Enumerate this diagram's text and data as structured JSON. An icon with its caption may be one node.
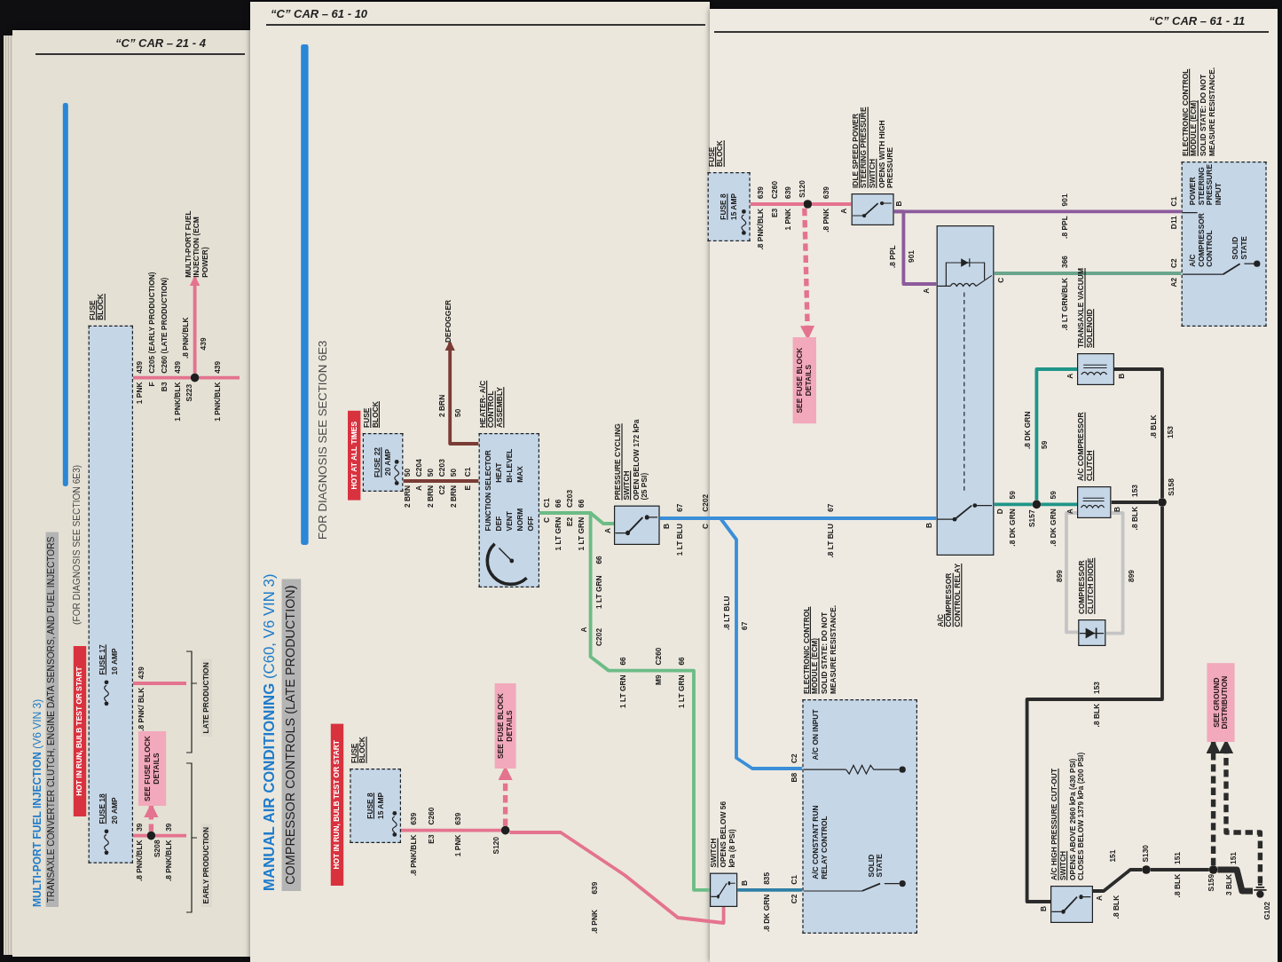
{
  "diagram": {
    "title": "**MANUAL AIR CONDITIONING** (C60, V6 VIN 3)",
    "nodes": [
      {
        "text": [
          "HOT IN RUN, BULB TEST OR START"
        ]
      },
      {
        "text": [
          "FUSE BLOCK",
          "FUSE 8",
          "15 AMP"
        ]
      },
      {
        "text": [],
        "shape": "circle",
        "beside": [
          "S120"
        ]
      },
      {
        "text": [
          "SEE FUSE BLOCK DETAILS"
        ]
      },
      {
        "text": [
          "HOT AT ALL TIMES"
        ]
      },
      {
        "text": [
          "FUSE BLOCK",
          "FUSE 22",
          "20 AMP"
        ]
      },
      {
        "text": [
          "DEFOGGER"
        ]
      },
      {
        "text": [
          "HEATER- A/C CONTROL ASSEMBLY",
          "FUNCTION SELECTOR",
          "DEF",
          "HEAT",
          "VENT",
          "BI-LEVEL",
          "NORM",
          "MAX",
          "OFF"
        ]
      },
      {
        "text": [
          "PRESSURE CYCLING SWITCH",
          "OPEN BELOW 172 kPa (25 PSI)"
        ]
      },
      {
        "text": [
          "SWITCH",
          "OPENS BELOW 56 kPa (8 PSI)"
        ]
      },
      {
        "text": [
          "FUSE BLOCK",
          "FUSE 8",
          "15 AMP"
        ]
      },
      {
        "text": [],
        "shape": "circle",
        "beside": [
          "S120"
        ]
      },
      {
        "text": [
          "SEE FUSE BLOCK DETAILS"
        ]
      },
      {
        "text": [
          "IDLE SPEED POWER STEERING PRESSURE SWITCH",
          "OPENS WITH HIGH PRESSURE"
        ]
      },
      {
        "text": [
          "ELECTRONIC CONTROL MODULE (ECM)",
          "SOLID STATE: DO NOT MEASURE RESISTANCE.",
          "POWER STEERING PRESSURE INPUT",
          "A/C COMPRESSOR CONTROL",
          "SOLID STATE"
        ]
      },
      {
        "text": [
          "A/C COMPRESSOR CONTROL RELAY"
        ]
      },
      {
        "text": [],
        "shape": "circle",
        "beside": [
          "S157"
        ]
      },
      {
        "text": [
          "TRANSAXLE VACUUM SOLENOID"
        ]
      },
      {
        "text": [
          "A/C COMPRESSOR CLUTCH"
        ]
      },
      {
        "text": [],
        "shape": "circle",
        "beside": [
          "S158"
        ]
      },
      {
        "text": [
          "COMPRESSOR CLUTCH DIODE"
        ]
      },
      {
        "text": [
          "A/C HIGH PRESSURE CUT-OUT SWITCH",
          "OPENS ABOVE 2960 kPa (430 PSI) CLOSES BELOW 1379 kPa (200 PSI)"
        ]
      },
      {
        "text": [],
        "shape": "circle",
        "beside": [
          "S130"
        ]
      },
      {
        "text": [],
        "shape": "circle",
        "beside": [
          "S159"
        ]
      },
      {
        "text": [],
        "shape": "ground",
        "beside": [
          "G102"
        ]
      },
      {
        "text": [
          "SEE GROUND DISTRIBUTION"
        ]
      },
      {
        "text": [
          "ELECTRONIC CONTROL MODULE (ECM)",
          "SOLID STATE: DO NOT MEASURE RESISTANCE.",
          "A/C ON INPUT",
          "A/C CONSTANT RUN RELAY CONTROL",
          "SOLID STATE"
        ]
      },
      {
        "text": [
          "HOT IN RUN, BULB TEST OR START"
        ]
      },
      {
        "text": [
          "FUSE BLOCK",
          "FUSE 18",
          "20 AMP",
          "FUSE 17",
          "10 AMP"
        ]
      },
      {
        "text": [],
        "shape": "circle",
        "beside": [
          "S208"
        ]
      },
      {
        "text": [
          "SEE FUSE BLOCK DETAILS"
        ]
      },
      {
        "text": [],
        "shape": "circle",
        "beside": [
          "S223"
        ]
      },
      {
        "text": [
          "MULTI-PORT FUEL INJECTION (ECM POWER)"
        ]
      }
    ],
    "edges": [
      {
        "from": 1,
        "to": 2,
        "arrow": "none"
      },
      {
        "from": 2,
        "to": 3,
        "arrow": "to",
        "style": "dashed"
      },
      {
        "from": 2,
        "to": 9,
        "arrow": "none"
      },
      {
        "from": 5,
        "to": 7,
        "arrow": "none",
        "color": "#7b3c36"
      },
      {
        "from": 7,
        "to": 6,
        "arrow": "to",
        "color": "#7b3c36"
      },
      {
        "from": 7,
        "to": 8,
        "arrow": "none",
        "color": "#6cbc85"
      },
      {
        "from": 7,
        "to": 9,
        "arrow": "none",
        "color": "#6cbc85"
      },
      {
        "from": 8,
        "to": 15,
        "arrow": "none",
        "color": "#3b8fd8"
      },
      {
        "from": 8,
        "to": 26,
        "arrow": "none",
        "color": "#3b8fd8"
      },
      {
        "from": 9,
        "to": 26,
        "arrow": "none",
        "color": "#2f7fa5"
      },
      {
        "from": 10,
        "to": 11,
        "arrow": "none"
      },
      {
        "from": 11,
        "to": 12,
        "arrow": "to",
        "style": "dashed"
      },
      {
        "from": 11,
        "to": 13,
        "arrow": "none"
      },
      {
        "from": 13,
        "to": 14,
        "arrow": "none",
        "color": "#8c5a9c"
      },
      {
        "from": 13,
        "to": 15,
        "arrow": "none",
        "color": "#8c5a9c"
      },
      {
        "from": 15,
        "to": 14,
        "arrow": "none",
        "color": "#6aa58c"
      },
      {
        "from": 15,
        "to": 16,
        "arrow": "none",
        "color": "#1f9588"
      },
      {
        "from": 16,
        "to": 18,
        "arrow": "none",
        "color": "#1f9588"
      },
      {
        "from": 16,
        "to": 17,
        "arrow": "none",
        "color": "#1f9588"
      },
      {
        "from": 17,
        "to": 19,
        "arrow": "none",
        "color": "#2b2b2b"
      },
      {
        "from": 18,
        "to": 19,
        "arrow": "none",
        "color": "#2b2b2b"
      },
      {
        "from": 18,
        "to": 20,
        "arrow": "none",
        "color": "#c4c4c4"
      },
      {
        "from": 18,
        "to": 20,
        "arrow": "none",
        "color": "#c4c4c4"
      },
      {
        "from": 19,
        "to": 21,
        "arrow": "none",
        "color": "#2b2b2b"
      },
      {
        "from": 21,
        "to": 22,
        "arrow": "none",
        "color": "#2b2b2b"
      },
      {
        "from": 22,
        "to": 23,
        "arrow": "none",
        "color": "#2b2b2b"
      },
      {
        "from": 23,
        "to": 24,
        "arrow": "none",
        "color": "#2b2b2b",
        "style": "thick"
      },
      {
        "from": 23,
        "to": 25,
        "arrow": "to",
        "color": "#2b2b2b",
        "style": "dashed"
      },
      {
        "from": 24,
        "to": 25,
        "arrow": "to",
        "color": "#2b2b2b",
        "style": "dashed"
      },
      {
        "from": 28,
        "to": 29,
        "arrow": "none"
      },
      {
        "from": 29,
        "to": 30,
        "arrow": "to",
        "style": "dashed"
      },
      {
        "from": 29,
        "to": null,
        "arrow": "none"
      },
      {
        "from": 28,
        "to": null,
        "arrow": "none"
      },
      {
        "from": 28,
        "to": 31,
        "arrow": "none"
      },
      {
        "from": 31,
        "to": 32,
        "arrow": "to"
      },
      {
        "from": 31,
        "to": null,
        "arrow": "none"
      }
    ],
    "labels": [
      "“C” CAR – 21 - 4",
      "“C” CAR – 61 - 10",
      "“C” CAR – 61 - 11",
      "**MULTI-PORT FUEL INJECTION** (V6 VIN 3)",
      "TRANSAXLE CONVERTER CLUTCH, ENGINE DATA SENSORS, AND FUEL INJECTORS",
      "(FOR DIAGNOSIS SEE SECTION 6E3)",
      ".8 PNK/BLK",
      "39",
      ".8 PNK/BLK",
      "39",
      "EARLY PRODUCTION",
      ".8 PNK/ BLK",
      "439",
      "LATE PRODUCTION",
      "1 PNK",
      "439",
      "F",
      "C205 (EARLY PRODUCTION)",
      "B3",
      "C260 (LATE PRODUCTION)",
      "1 PNK/BLK",
      "439",
      ".8 PNK/BLK",
      "439",
      "1 PNK/BLK",
      "439",
      "COMPRESSOR CONTROLS (LATE PRODUCTION)",
      "FOR DIAGNOSIS SEE SECTION 6E3",
      ".8 PNK/BLK",
      "639",
      "E3",
      "C260",
      "1 PNK",
      "639",
      ".8 PNK",
      "639",
      "2 BRN",
      "50",
      "A",
      "C204",
      "2 BRN",
      "50",
      "C2",
      "C203",
      "2 BRN",
      "50",
      "E",
      "C1",
      "2 BRN",
      "50",
      "C",
      "C1",
      "1 LT GRN",
      "66",
      "E2",
      "C203",
      "1 LT GRN",
      "66",
      "A",
      "C202",
      "1 LT GRN",
      "66",
      "A",
      "B",
      "1 LT GRN",
      "66",
      "M9",
      "C260",
      "1 LT GRN",
      "66",
      "1 LT BLU",
      "67",
      "C",
      "C202",
      ".8 LT BLU",
      "67",
      ".8 LT BLU",
      "67",
      "B",
      ".8 DK GRN",
      "835",
      "C2",
      "C1",
      "B8",
      "C2",
      ".8 PNK/BLK",
      "639",
      "E3",
      "C260",
      "1 PNK",
      "639",
      ".8 PNK",
      "639",
      "A",
      "B",
      ".8 PPL",
      "901",
      "A",
      ".8 PPL",
      "901",
      "D11",
      "C1",
      "C",
      ".8 LT GRN/BLK",
      "366",
      "A2",
      "C2",
      "B",
      "D",
      ".8 DK GRN",
      "59",
      ".8 DK GRN",
      "59",
      "A",
      ".8 DK GRN",
      "59",
      "A",
      "B",
      ".8 BLK",
      "153",
      "B",
      ".8 BLK",
      "153",
      "899",
      "899",
      ".8 BLK",
      "153",
      "B",
      "A",
      ".8 BLK",
      "151",
      ".8 BLK",
      "151",
      "3 BLK",
      "151"
    ]
  }
}
